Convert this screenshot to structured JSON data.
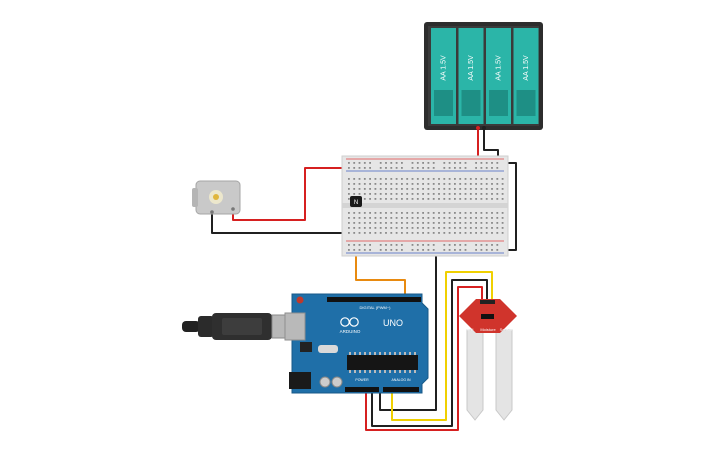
{
  "battery_pack": {
    "cells": [
      {
        "label": "AA 1.5V"
      },
      {
        "label": "AA 1.5V"
      },
      {
        "label": "AA 1.5V"
      },
      {
        "label": "AA 1.5V"
      }
    ],
    "cell_color": "#2bb5a8",
    "case_color": "#2d2d2d"
  },
  "breadboard": {
    "color": "#e8e8e8",
    "rail_red": "#e04040",
    "rail_blue": "#4060c0"
  },
  "transistor": {
    "label": "N"
  },
  "arduino": {
    "brand": "ARDUINO",
    "model": "UNO",
    "digital_header": "DIGITAL (PWM~)",
    "power_header": "POWER",
    "analog_header": "ANALOG IN",
    "board_color": "#1f6fa8"
  },
  "moisture_sensor": {
    "labels": [
      "Soil",
      "Moisture",
      "Sensor"
    ],
    "module_color": "#d0342c"
  },
  "wire_colors": {
    "red": "#d62020",
    "black": "#202020",
    "orange": "#e88a10",
    "yellow": "#f0d000"
  }
}
